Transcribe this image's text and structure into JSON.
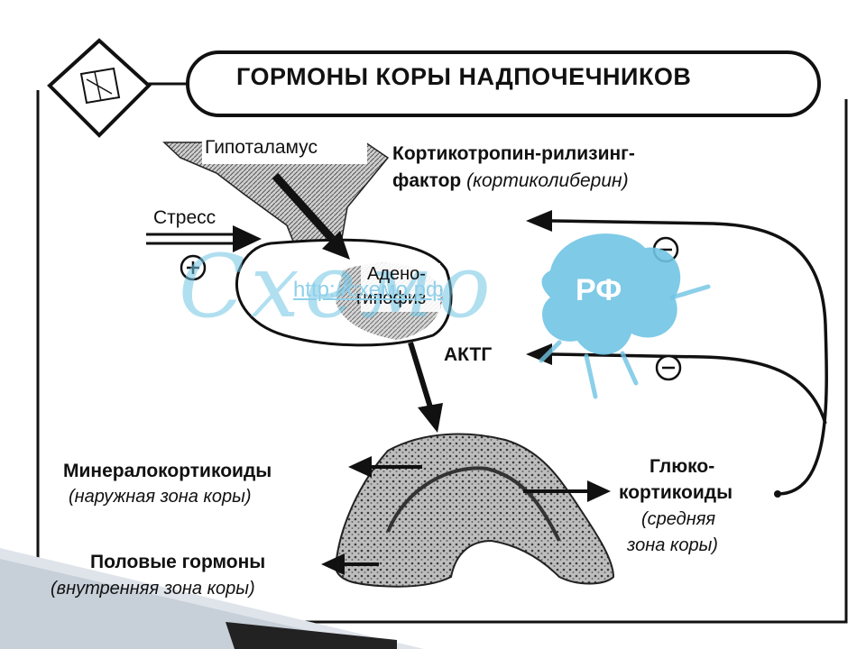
{
  "title": "ГОРМОНЫ КОРЫ НАДПОЧЕЧНИКОВ",
  "hypothalamus_label": "Гипоталамус",
  "crf": {
    "line1": "Кортикотропин-рилизинг-",
    "line2_bold": "фактор",
    "line2_italic": "(кортиколиберин)"
  },
  "stress_label": "Стресс",
  "stimulation_sign": "+",
  "adenohypophysis": {
    "line1": "Адено-",
    "line2": "гипофиз"
  },
  "acth_label": "АКТГ",
  "inhibition_sign": "−",
  "mineralocorticoids": {
    "name": "Минералокортикоиды",
    "zone": "(наружная зона коры)"
  },
  "sex_hormones": {
    "name": "Половые гормоны",
    "zone": "(внутренняя зона коры)"
  },
  "glucocorticoids": {
    "line1": "Глюко-",
    "line2": "кортикоиды",
    "zone1": "(средняя",
    "zone2": "зона коры)"
  },
  "watermark": {
    "url": "http://схемо.рф",
    "badge": "РФ",
    "script": "Схемо"
  },
  "colors": {
    "ink": "#111111",
    "watermark": "#70c4e4",
    "gland_fill": "#b8b8b8",
    "hypothalamus_fill": "#a9a9a9"
  }
}
